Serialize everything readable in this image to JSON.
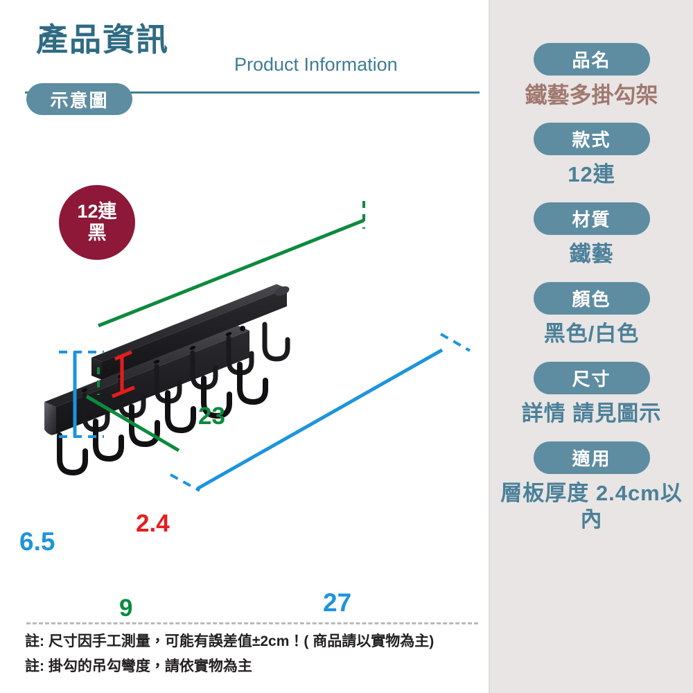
{
  "header": {
    "title_zh": "產品資訊",
    "title_en": "Product Information",
    "schematic_pill": "示意圖"
  },
  "variant_badge": {
    "line1": "12連",
    "line2": "黑"
  },
  "diagram": {
    "dimensions": {
      "length_top": "23",
      "hook_depth": "9",
      "bar_thickness": "2.4",
      "height": "6.5",
      "length_overall": "27"
    },
    "colors": {
      "green": "#0d8a3e",
      "red": "#e81c1c",
      "blue": "#1d94dd",
      "product": "#222222"
    }
  },
  "specs": [
    {
      "label": "品名",
      "value": "鐵藝多掛勾架",
      "style": "product-name"
    },
    {
      "label": "款式",
      "value": "12連",
      "style": ""
    },
    {
      "label": "材質",
      "value": "鐵藝",
      "style": ""
    },
    {
      "label": "顏色",
      "value": "黑色/白色",
      "style": ""
    },
    {
      "label": "尺寸",
      "value": "詳情 請見圖示",
      "style": ""
    },
    {
      "label": "適用",
      "value": "層板厚度\n2.4cm以內",
      "style": "multiline"
    }
  ],
  "footer": {
    "notes": [
      "註: 尺寸因手工測量，可能有誤差值±2cm！( 商品請以實物為主)",
      "註: 掛勾的吊勾彎度，請依實物為主"
    ]
  },
  "theme": {
    "pill_teal": "#5e8da2",
    "title_teal": "#2f6b83",
    "value_blue": "#4b8099",
    "badge_crimson": "#8d1838",
    "panel_bg": "#e8e5e4",
    "product_name_brown": "#a0786f"
  }
}
